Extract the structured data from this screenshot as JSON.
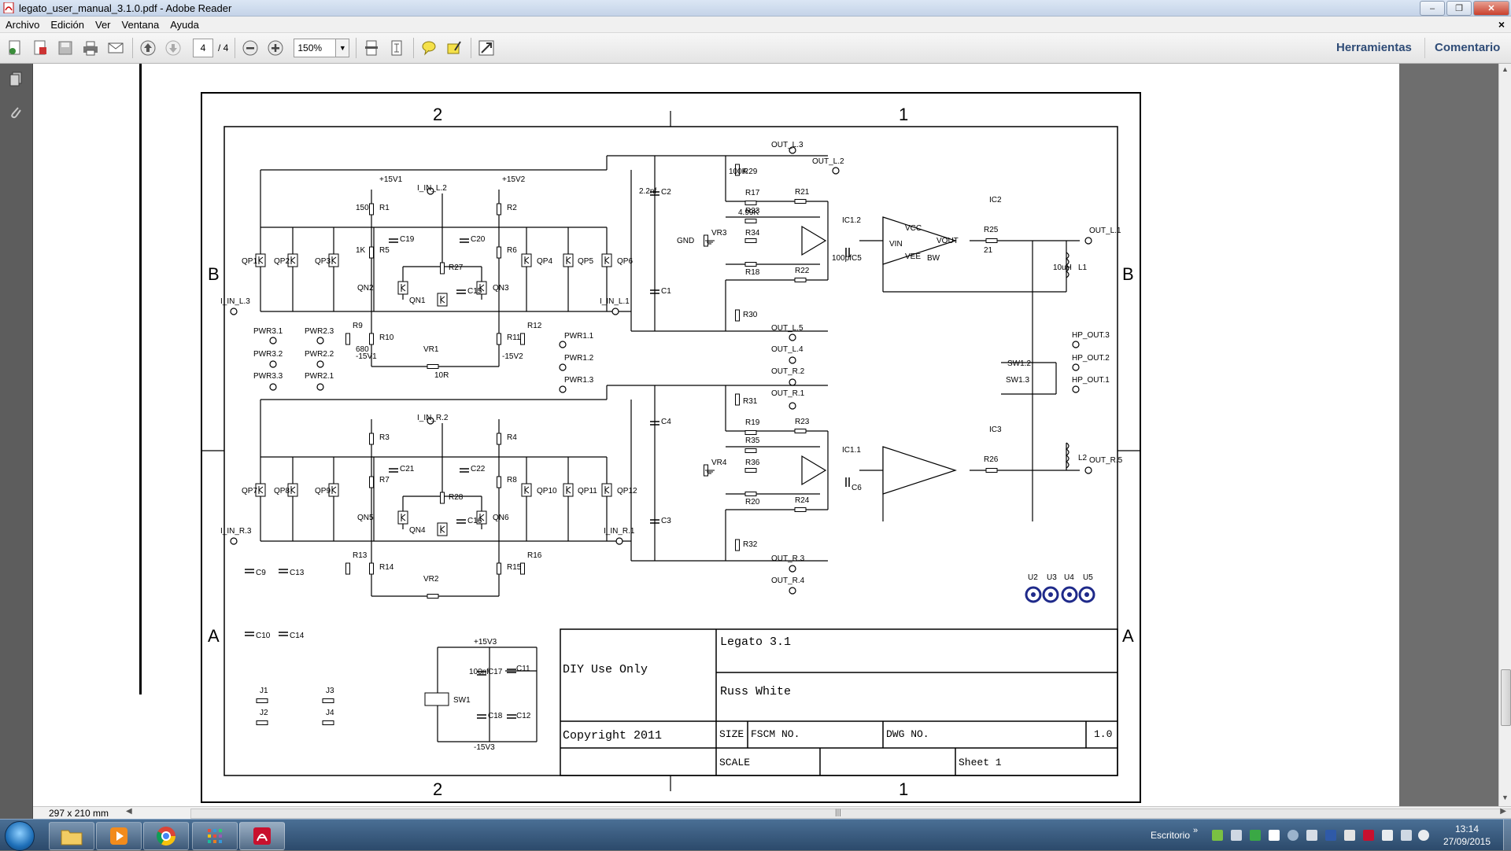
{
  "window": {
    "title": "legato_user_manual_3.1.0.pdf - Adobe Reader",
    "minimize_label": "–",
    "restore_label": "❐",
    "close_label": "✕"
  },
  "menu": {
    "items": [
      "Archivo",
      "Edición",
      "Ver",
      "Ventana",
      "Ayuda"
    ],
    "close_doc_label": "×"
  },
  "toolbar": {
    "page_current": "4",
    "page_total": "/ 4",
    "zoom": "150%",
    "tools_label": "Herramientas",
    "comment_label": "Comentario"
  },
  "status": {
    "page_size": "297 x 210 mm"
  },
  "schematic": {
    "frame_numbers": {
      "top_left": "2",
      "top_right": "1",
      "bottom_left": "2",
      "bottom_right": "1"
    },
    "frame_letters": {
      "upper": "B",
      "lower": "A"
    },
    "title_block": {
      "diy": "DIY Use Only",
      "project": "Legato 3.1",
      "author": "Russ White",
      "copyright": "Copyright 2011",
      "size_label": "SIZE",
      "fscm_label": "FSCM NO.",
      "dwg_label": "DWG NO.",
      "rev": "1.0",
      "scale_label": "SCALE",
      "sheet": "Sheet 1"
    },
    "labels": [
      "I_IN_L.2",
      "I_IN_L.3",
      "I_IN_L.1",
      "I_IN_R.2",
      "I_IN_R.3",
      "I_IN_R.1",
      "OUT_L.3",
      "OUT_L.2",
      "OUT_L.1",
      "OUT_L.5",
      "OUT_L.4",
      "OUT_R.2",
      "OUT_R.1",
      "OUT_R.5",
      "OUT_R.3",
      "OUT_R.4",
      "HP_OUT.3",
      "HP_OUT.2",
      "HP_OUT.1",
      "SW1.2",
      "SW1.3",
      "PWR3.1",
      "PWR3.2",
      "PWR3.3",
      "PWR2.3",
      "PWR2.2",
      "PWR2.1",
      "PWR1.1",
      "PWR1.2",
      "PWR1.3",
      "IC2",
      "IC3",
      "IC1.2",
      "IC1.1",
      "R1",
      "R2",
      "R3",
      "R4",
      "R5",
      "R6",
      "R7",
      "R8",
      "R9",
      "R10",
      "R11",
      "R12",
      "R13",
      "R14",
      "R15",
      "R16",
      "R17",
      "R18",
      "R19",
      "R20",
      "R21",
      "R22",
      "R23",
      "R24",
      "R25",
      "R26",
      "R27",
      "R28",
      "R29",
      "R30",
      "R31",
      "R32",
      "R33",
      "R34",
      "R35",
      "R36",
      "C1",
      "C2",
      "C3",
      "C4",
      "C5",
      "C6",
      "C9",
      "C10",
      "C11",
      "C12",
      "C13",
      "C14",
      "C15",
      "C16",
      "C17",
      "C18",
      "C19",
      "C20",
      "C21",
      "C22",
      "QP1",
      "QP2",
      "QP3",
      "QP4",
      "QP5",
      "QP6",
      "QP7",
      "QP8",
      "QP9",
      "QP10",
      "QP11",
      "QP12",
      "QN1",
      "QN2",
      "QN3",
      "QN4",
      "QN5",
      "QN6",
      "VR1",
      "VR2",
      "VR3",
      "VR4",
      "L1",
      "L2",
      "U2",
      "U3",
      "U4",
      "U5",
      "J1",
      "J2",
      "J3",
      "J4",
      "SW1",
      "150",
      "1K",
      "2.2nf",
      "4.99K",
      "680",
      "10R",
      "100K",
      "100pf",
      "21",
      "10uH",
      "100nf",
      "+15V1",
      "-15V1",
      "+15V2",
      "-15V2",
      "+15V3",
      "-15V3",
      "GND",
      "VCC",
      "VEE",
      "VIN",
      "VOUT",
      "BW"
    ]
  }
}
